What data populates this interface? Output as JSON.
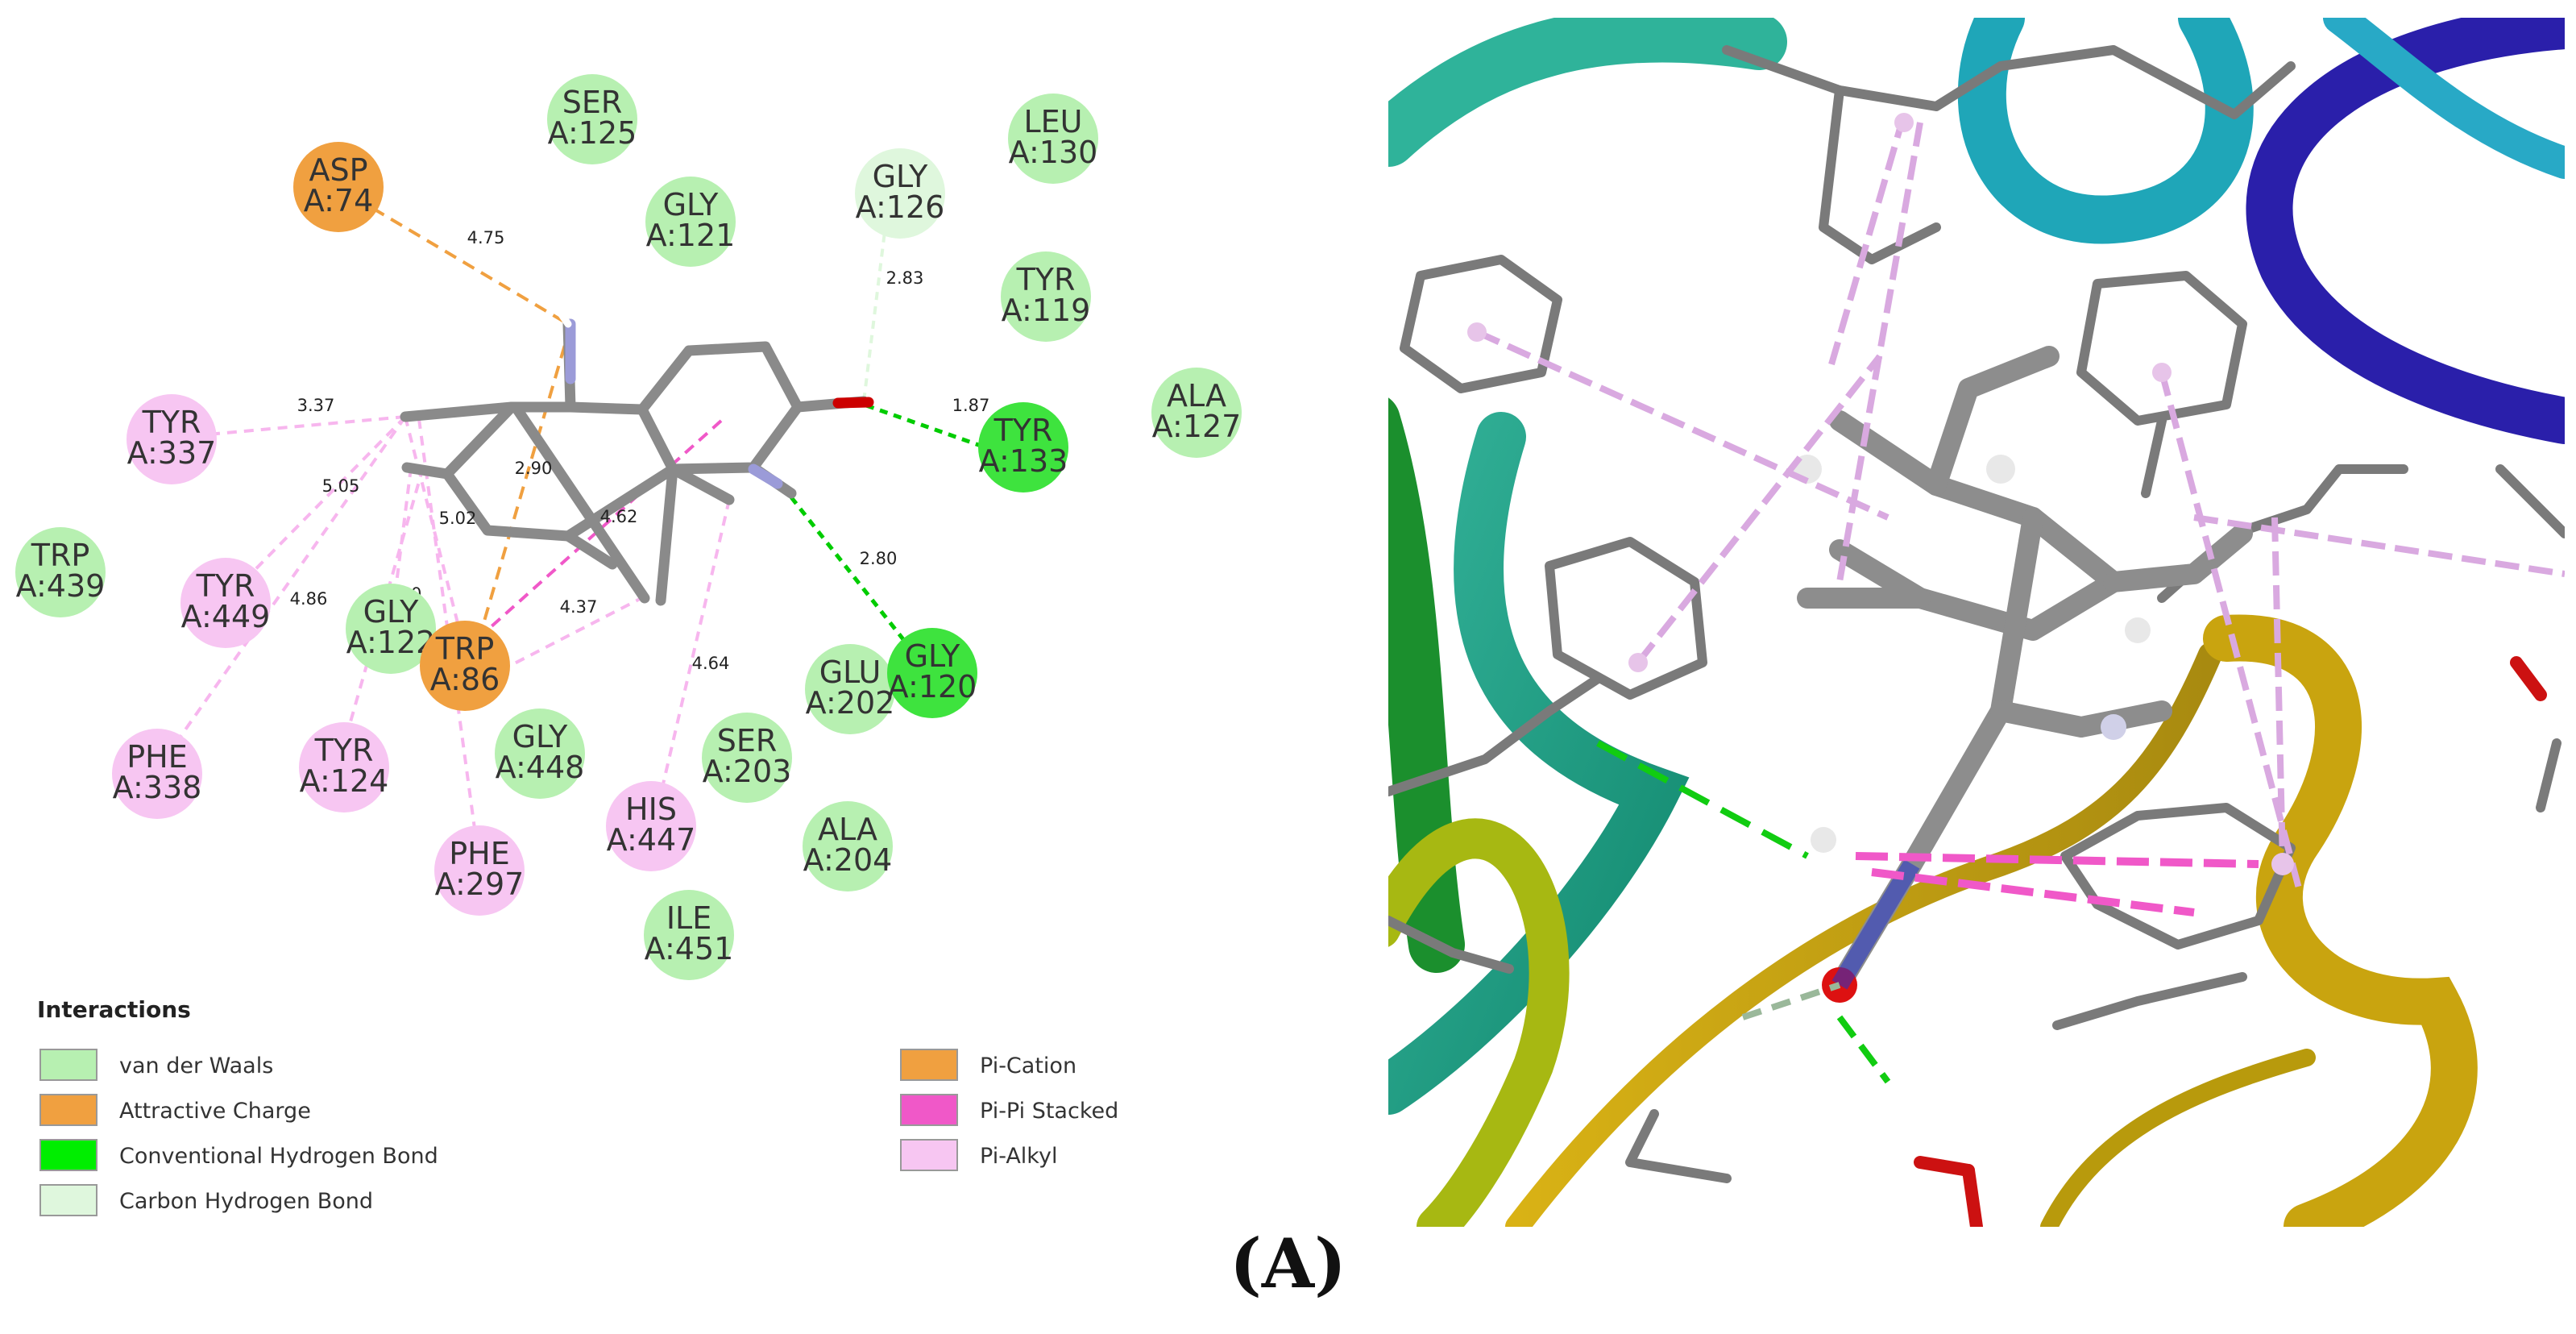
{
  "residues": [
    {
      "id": "ser125",
      "name": "SER",
      "num": "A:125",
      "color": "#b7f0b1"
    },
    {
      "id": "leu130",
      "name": "LEU",
      "num": "A:130",
      "color": "#b7f0b1"
    },
    {
      "id": "asp74",
      "name": "ASP",
      "num": "A:74",
      "color": "#f0a040"
    },
    {
      "id": "gly121",
      "name": "GLY",
      "num": "A:121",
      "color": "#b7f0b1"
    },
    {
      "id": "gly126",
      "name": "GLY",
      "num": "A:126",
      "color": "#dff7dd"
    },
    {
      "id": "tyr119",
      "name": "TYR",
      "num": "A:119",
      "color": "#b7f0b1"
    },
    {
      "id": "ala127",
      "name": "ALA",
      "num": "A:127",
      "color": "#b7f0b1"
    },
    {
      "id": "tyr133",
      "name": "TYR",
      "num": "A:133",
      "color": "#3ee33e"
    },
    {
      "id": "tyr337",
      "name": "TYR",
      "num": "A:337",
      "color": "#f7c6f2"
    },
    {
      "id": "trp439",
      "name": "TRP",
      "num": "A:439",
      "color": "#b7f0b1"
    },
    {
      "id": "tyr449",
      "name": "TYR",
      "num": "A:449",
      "color": "#f7c6f2"
    },
    {
      "id": "gly122",
      "name": "GLY",
      "num": "A:122",
      "color": "#b7f0b1"
    },
    {
      "id": "trp86",
      "name": "TRP",
      "num": "A:86",
      "color": "#f0a040"
    },
    {
      "id": "glu202",
      "name": "GLU",
      "num": "A:202",
      "color": "#b7f0b1"
    },
    {
      "id": "gly120",
      "name": "GLY",
      "num": "A:120",
      "color": "#3ee33e"
    },
    {
      "id": "phe338",
      "name": "PHE",
      "num": "A:338",
      "color": "#f7c6f2"
    },
    {
      "id": "tyr124",
      "name": "TYR",
      "num": "A:124",
      "color": "#f7c6f2"
    },
    {
      "id": "gly448",
      "name": "GLY",
      "num": "A:448",
      "color": "#b7f0b1"
    },
    {
      "id": "ser203",
      "name": "SER",
      "num": "A:203",
      "color": "#b7f0b1"
    },
    {
      "id": "his447",
      "name": "HIS",
      "num": "A:447",
      "color": "#f7c6f2"
    },
    {
      "id": "ala204",
      "name": "ALA",
      "num": "A:204",
      "color": "#b7f0b1"
    },
    {
      "id": "phe297",
      "name": "PHE",
      "num": "A:297",
      "color": "#f7c6f2"
    },
    {
      "id": "ile451",
      "name": "ILE",
      "num": "A:451",
      "color": "#b7f0b1"
    }
  ],
  "distances": [
    "4.75",
    "2.83",
    "3.37",
    "1.87",
    "5.05",
    "2.90",
    "5.02",
    "4.62",
    "2.80",
    "4.86",
    "5.10",
    "4.37",
    "4.64"
  ],
  "legend": {
    "title": "Interactions",
    "items": [
      {
        "label": "van der Waals",
        "color": "#b7f0b1"
      },
      {
        "label": "Attractive Charge",
        "color": "#f0a040"
      },
      {
        "label": "Conventional Hydrogen Bond",
        "color": "#00ee00"
      },
      {
        "label": "Carbon Hydrogen Bond",
        "color": "#dff7dd"
      },
      {
        "label": "Pi-Cation",
        "color": "#f0a040"
      },
      {
        "label": "Pi-Pi Stacked",
        "color": "#f058c8"
      },
      {
        "label": "Pi-Alkyl",
        "color": "#f7c6f2"
      }
    ]
  },
  "panel_label": "(A)"
}
